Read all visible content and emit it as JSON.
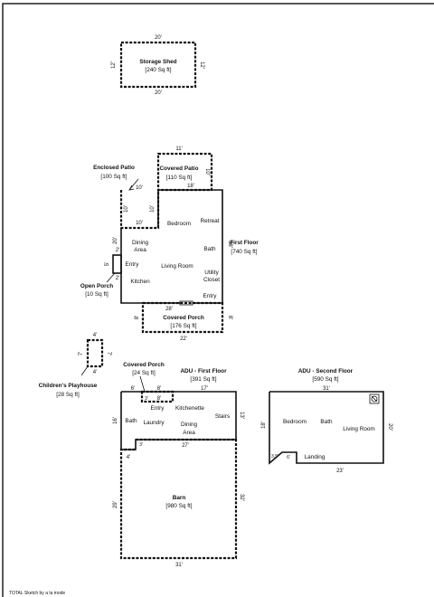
{
  "footer": "TOTAL Sketch by a la mode",
  "storage_shed": {
    "name": "Storage Shed",
    "area": "[240 Sq ft]",
    "top": "20'",
    "bottom": "20'",
    "left": "12'",
    "right": "12'"
  },
  "enclosed_patio": {
    "name": "Enclosed Patio",
    "area": "[100 Sq ft]",
    "top": "10'",
    "bottom": "10'",
    "left": "10'",
    "right": "10'"
  },
  "covered_patio": {
    "name": "Covered Patio",
    "area": "[110 Sq ft]",
    "top": "11'",
    "right": "10'",
    "bottom": "18'"
  },
  "first_floor": {
    "name": "First Floor",
    "area": "[740 Sq ft]",
    "rooms": {
      "bedroom": "Bedroom",
      "retreat": "Retreat",
      "dining_1": "Dining",
      "dining_2": "Area",
      "bath": "Bath",
      "entry": "Entry",
      "living": "Living Room",
      "utility_1": "Utility",
      "utility_2": "Closet",
      "kitchen": "Kitchen",
      "entry2": "Entry"
    },
    "dims": {
      "left": "20'",
      "right": "38'",
      "bottom": "28'",
      "step": "2'"
    }
  },
  "open_porch": {
    "name": "Open Porch",
    "area": "[10 Sq ft]",
    "left": "5'",
    "bottom": "2'"
  },
  "covered_porch_main": {
    "name": "Covered Porch",
    "area": "[176 Sq ft]",
    "left": "8'",
    "right": "8'",
    "bottom": "22'"
  },
  "playhouse": {
    "name": "Children's Playhouse",
    "area": "[28 Sq ft]",
    "top": "4'",
    "left": "7'",
    "right": "7'",
    "bottom": "4'"
  },
  "covered_porch_adu": {
    "name": "Covered Porch",
    "area": "[24 Sq ft]",
    "left": "6'",
    "right": "8'",
    "bottom": "8'",
    "inner": "3'"
  },
  "adu_first": {
    "name": "ADU - First Floor",
    "area": "[391 Sq ft]",
    "top": "17'",
    "left": "16'",
    "right": "13'",
    "bottom": "27'",
    "step_w": "4'",
    "step_h": "3'",
    "rooms": {
      "entry": "Entry",
      "kitchenette": "Kitchenette",
      "stairs": "Stairs",
      "bath": "Bath",
      "laundry": "Laundry",
      "dining_1": "Dining",
      "dining_2": "Area"
    }
  },
  "barn": {
    "name": "Barn",
    "area": "[980 Sq ft]",
    "left": "29'",
    "right": "32'",
    "bottom": "31'"
  },
  "adu_second": {
    "name": "ADU - Second Floor",
    "area": "[590 Sq ft]",
    "top": "31'",
    "left": "18'",
    "right": "20'",
    "bottom": "23'",
    "d1": "6'",
    "d2": "3.5'",
    "rooms": {
      "bedroom": "Bedroom",
      "bath": "Bath",
      "living": "Living Room",
      "landing": "Landing"
    }
  }
}
